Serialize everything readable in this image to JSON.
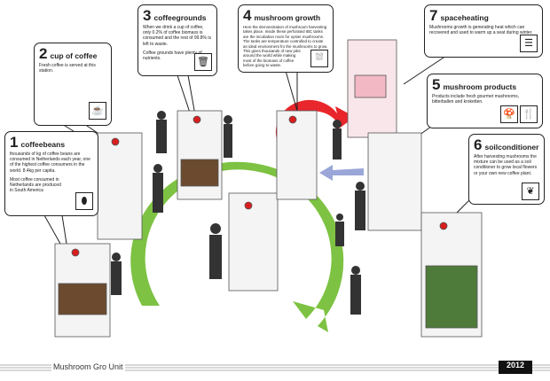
{
  "title": "Mushroom Gro Unit",
  "year_logo": "2012",
  "callouts": [
    {
      "num": "1",
      "title": "coffeebeans",
      "paragraphs": [
        "thousands of kg of coffee beans are consumed in Netherlands each year, one of the highest coffee consumers in the world. 8.4kg per capita.",
        "Most coffee consumed in Netherlands are produced in South America"
      ],
      "icon": "coffee-bean-icon"
    },
    {
      "num": "2",
      "title": "cup of coffee",
      "paragraphs": [
        "Fresh coffee is served at this station."
      ],
      "icon": "coffee-cup-icon"
    },
    {
      "num": "3",
      "title": "coffeegrounds",
      "paragraphs": [
        "When we drink a cup of coffee, only 0.2% of coffee biomass is consumed and the rest of 99.8% is left to waste.",
        "Coffee grounds have plenty of nutrients."
      ],
      "icon": "trash-bin-icon"
    },
    {
      "num": "4",
      "title": "mushroom growth",
      "paragraphs": [
        "Here the demonstration of mushroom harvesting takes place. Inside these perforated IBC tanks are the incubation room for oyster mushrooms. The tanks are temperature controlled to create an ideal environment fro the mushrooms to grow.",
        "This gives thousands of new jobs around the world while making most of the biomass of coffee before going to waste."
      ],
      "icon": "watering-icon"
    },
    {
      "num": "7",
      "title": "spaceheating",
      "paragraphs": [
        "Mushrooms growth is generating heat which can recovered and used to warm up a seat during winter."
      ],
      "icon": "radiator-icon"
    },
    {
      "num": "5",
      "title": "mushroom products",
      "paragraphs": [
        "Products include fresh gourmet mushrooms, bitterballen and kroketten."
      ],
      "icon": "mushroom-icon"
    },
    {
      "num": "6",
      "title": "soilconditioner",
      "paragraphs": [
        "After harvesting mushrooms the mixture can be used as a soil conditioner to grow local flowers or your own new coffee plant."
      ],
      "icon": "leaf-icon"
    }
  ],
  "colors": {
    "green": "#7dc242",
    "red": "#e8262b",
    "blue": "#9aa6d8",
    "tank_red": "#d81e1e"
  }
}
